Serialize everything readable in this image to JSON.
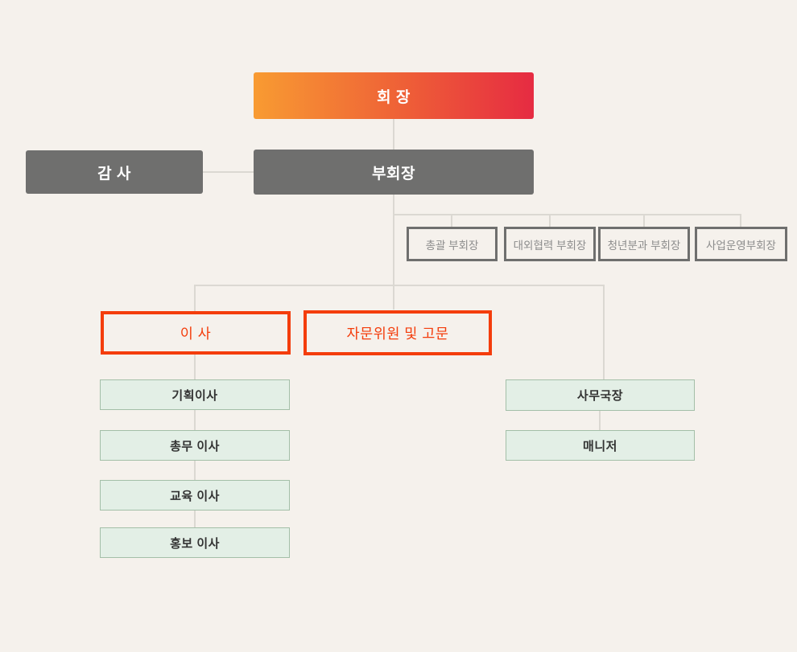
{
  "chart_data": {
    "type": "org-chart",
    "description": "Korean organization chart",
    "hierarchy": {
      "root": "회 장",
      "children": [
        {
          "label": "부회장",
          "siblings_linked": [
            "감 사"
          ],
          "children_row": [
            "총괄 부회장",
            "대외협력 부회장",
            "청년분과 부회장",
            "사업운영부회장"
          ],
          "children": [
            {
              "label": "이 사",
              "children": [
                "기획이사",
                "총무 이사",
                "교육 이사",
                "홍보 이사"
              ]
            },
            {
              "label": "자문위원 및 고문"
            },
            {
              "label": "사무국장",
              "children": [
                "매니저"
              ]
            }
          ]
        }
      ]
    }
  },
  "nodes": {
    "chairman": {
      "label": "회 장"
    },
    "auditor": {
      "label": "감 사"
    },
    "vice_chairman": {
      "label": "부회장"
    },
    "vice_presidents": [
      {
        "label": "총괄 부회장"
      },
      {
        "label": "대외협력 부회장"
      },
      {
        "label": "청년분과 부회장"
      },
      {
        "label": "사업운영부회장"
      }
    ],
    "director": {
      "label": "이 사"
    },
    "advisory": {
      "label": "자문위원 및 고문"
    },
    "director_children": [
      {
        "label": "기획이사"
      },
      {
        "label": "총무 이사"
      },
      {
        "label": "교육 이사"
      },
      {
        "label": "홍보 이사"
      }
    ],
    "office_manager": {
      "label": "사무국장"
    },
    "manager": {
      "label": "매니저"
    }
  },
  "colors": {
    "background": "#F5F1EC",
    "gradient_start": "#F89B32",
    "gradient_end": "#E62B42",
    "gray_box": "#6F6F6E",
    "red_accent": "#F43D0C",
    "green_fill": "#E3EFE6",
    "green_border": "#A3BFA8",
    "connector": "#DBD8D2",
    "small_box_text": "#8C8C8C"
  }
}
